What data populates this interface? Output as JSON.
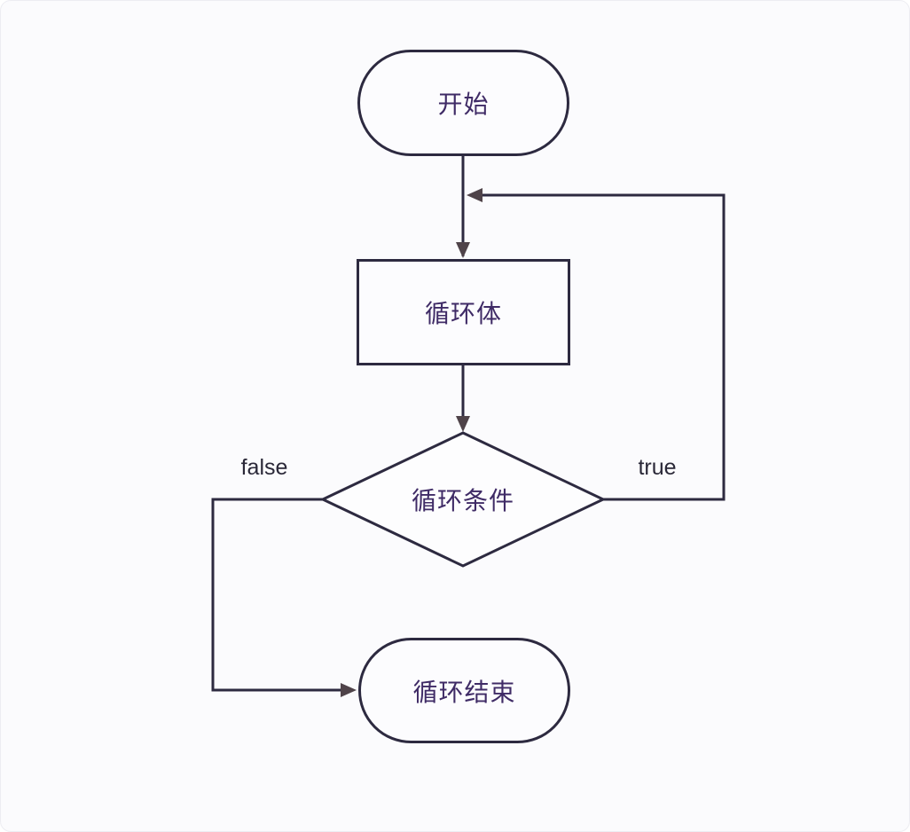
{
  "colors": {
    "canvas_bg": "#fbfbfd",
    "line": "#2d2a40",
    "arrowhead": "#4f4349",
    "node_text": "#3f2b66",
    "edge_label_text": "#2a2838"
  },
  "nodes": {
    "start": {
      "label": "开始",
      "shape": "stadium"
    },
    "loop_body": {
      "label": "循环体",
      "shape": "rectangle"
    },
    "loop_condition": {
      "label": "循环条件",
      "shape": "diamond"
    },
    "loop_end": {
      "label": "循环结束",
      "shape": "stadium"
    }
  },
  "edges": [
    {
      "from": "start",
      "to": "loop_body",
      "label": ""
    },
    {
      "from": "loop_body",
      "to": "loop_condition",
      "label": ""
    },
    {
      "from": "loop_condition",
      "to": "loop_body",
      "label": "true"
    },
    {
      "from": "loop_condition",
      "to": "loop_end",
      "label": "false"
    }
  ]
}
